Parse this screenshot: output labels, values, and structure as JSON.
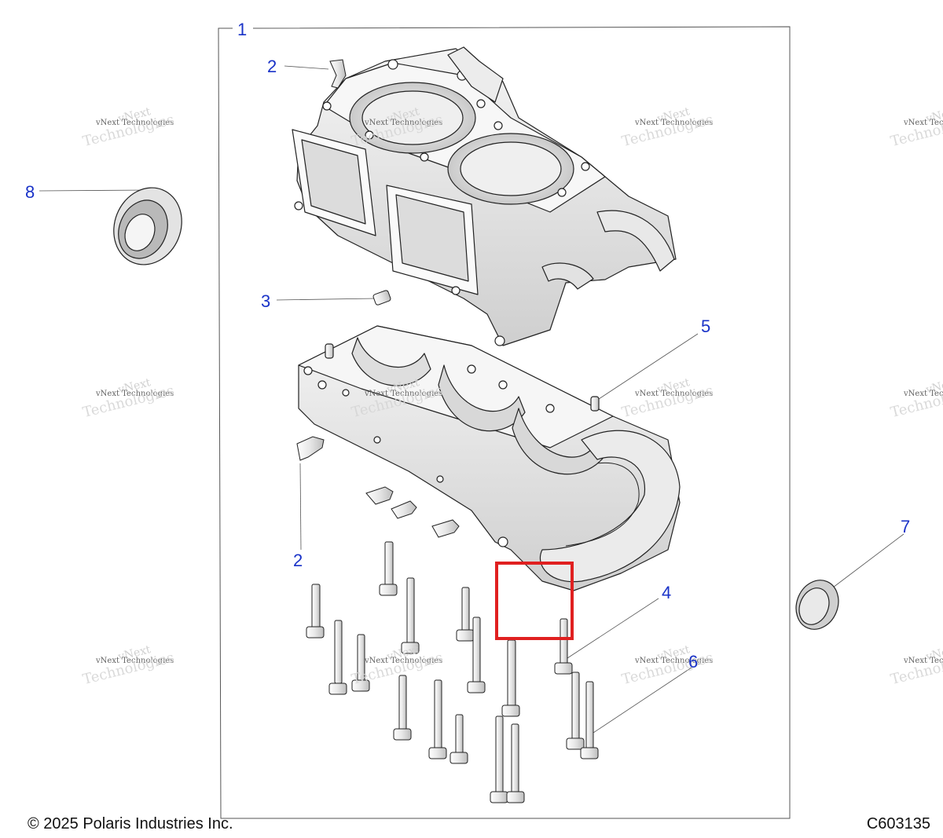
{
  "callouts": {
    "c1": "1",
    "c2a": "2",
    "c2b": "2",
    "c3": "3",
    "c4": "4",
    "c5": "5",
    "c6": "6",
    "c7": "7",
    "c8": "8"
  },
  "watermark": {
    "line1": "vNext Technologies",
    "line2": "Technologies",
    "line3": "vNext"
  },
  "footer": {
    "copyright": "© 2025 Polaris Industries Inc.",
    "diagram_code": "C603135"
  },
  "colors": {
    "callout": "#1a33c8",
    "highlight": "#e02020",
    "line": "#333333"
  }
}
